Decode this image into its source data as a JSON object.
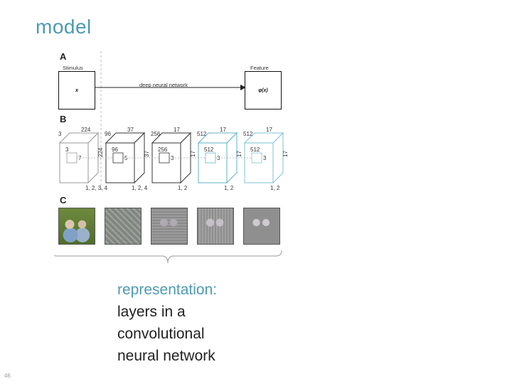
{
  "slide": {
    "title": "model",
    "caption": {
      "line1": "representation:",
      "line2": "layers in a",
      "line3": "convolutional",
      "line4": "neural network"
    },
    "page_number": "46"
  },
  "figure": {
    "panel_a": {
      "letter": "A",
      "stimulus_label": "Stimulus",
      "feature_label": "Feature",
      "input_symbol": "x",
      "output_symbol": "φ(x)",
      "arrow_label": "deep neural network"
    },
    "panel_b": {
      "letter": "B",
      "layers": [
        {
          "top": "3",
          "w": "224",
          "h": "224",
          "inner1": "3",
          "inner2": "7",
          "bottom": "1, 2, 3, 4",
          "color": "#999999"
        },
        {
          "top": "96",
          "w": "37",
          "h": "37",
          "inner1": "96",
          "inner2": "5",
          "bottom": "1, 2, 4",
          "color": "#333333"
        },
        {
          "top": "256",
          "w": "17",
          "h": "17",
          "inner1": "256",
          "inner2": "3",
          "bottom": "1, 2",
          "color": "#333333"
        },
        {
          "top": "512",
          "w": "17",
          "h": "17",
          "inner1": "512",
          "inner2": "3",
          "bottom": "1, 2",
          "color": "#5fb3c8"
        },
        {
          "top": "512",
          "w": "17",
          "h": "17",
          "inner1": "512",
          "inner2": "3",
          "bottom": "1, 2",
          "color": "#7ec3d6"
        }
      ]
    },
    "panel_c": {
      "letter": "C"
    }
  }
}
